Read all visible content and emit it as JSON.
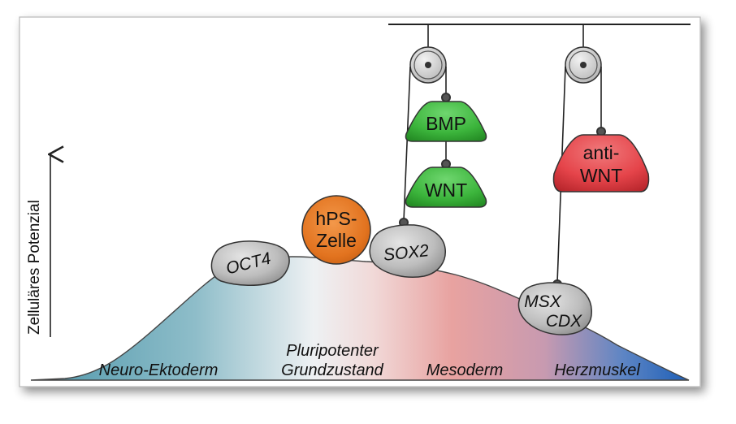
{
  "axis": {
    "label": "Zelluläres Potenzial"
  },
  "regions": {
    "neuro": "Neuro-Ektoderm",
    "pluri_line1": "Pluripotenter",
    "pluri_line2": "Grundzustand",
    "meso": "Mesoderm",
    "herz": "Herzmuskel"
  },
  "cell": {
    "line1": "hPS-",
    "line2": "Zelle",
    "color": "#e2731f"
  },
  "rocks": {
    "oct4": "OCT4",
    "sox2": "SOX2",
    "msx": "MSX",
    "cdx": "CDX"
  },
  "weights": {
    "bmp": "BMP",
    "wnt": "WNT",
    "anti_line1": "anti-",
    "anti_line2": "WNT",
    "green": "#3cb53c",
    "red": "#e5444a"
  },
  "colors": {
    "ectoderm": "#5fa2b5",
    "pluripotent": "#eef1f3",
    "mesoderm": "#e59a98",
    "cardiac": "#2f6fc0"
  }
}
